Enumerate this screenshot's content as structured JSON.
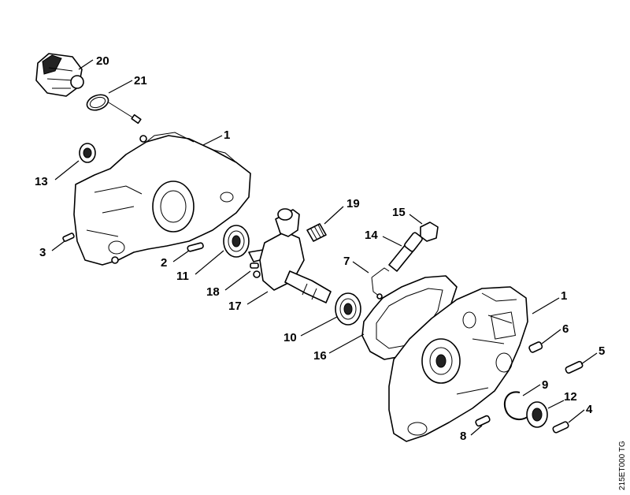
{
  "drawing_code": "215ET000 TG",
  "callouts": {
    "c1a": "1",
    "c1b": "1",
    "c2": "2",
    "c3": "3",
    "c4": "4",
    "c5": "5",
    "c6": "6",
    "c7": "7",
    "c8": "8",
    "c9": "9",
    "c10": "10",
    "c11": "11",
    "c12": "12",
    "c13": "13",
    "c14": "14",
    "c15": "15",
    "c16": "16",
    "c17": "17",
    "c18": "18",
    "c19": "19",
    "c20": "20",
    "c21": "21"
  }
}
